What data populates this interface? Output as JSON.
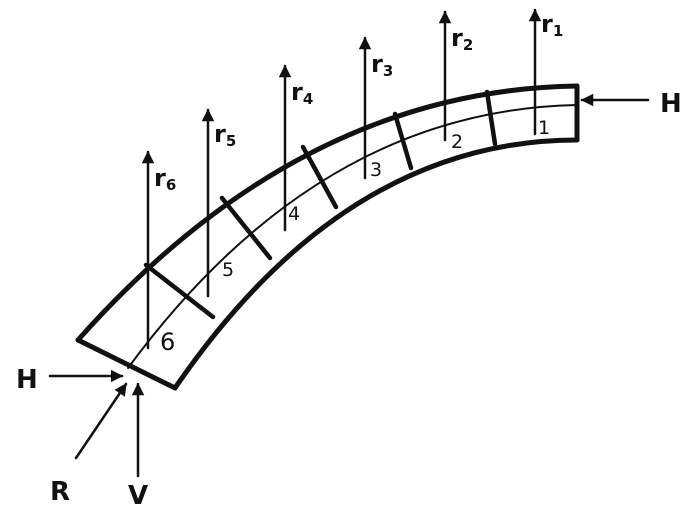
{
  "voussoirs": [
    {
      "number": "1",
      "load_sub": "1"
    },
    {
      "number": "2",
      "load_sub": "2"
    },
    {
      "number": "3",
      "load_sub": "3"
    },
    {
      "number": "4",
      "load_sub": "4"
    },
    {
      "number": "5",
      "load_sub": "5"
    },
    {
      "number": "6",
      "load_sub": "6"
    }
  ],
  "load_symbol": "r",
  "forces": {
    "crown_thrust": "H",
    "springing_thrust": "H",
    "resultant": "R",
    "vertical": "V"
  },
  "colors": {
    "ink": "#111111",
    "background": "#ffffff"
  }
}
